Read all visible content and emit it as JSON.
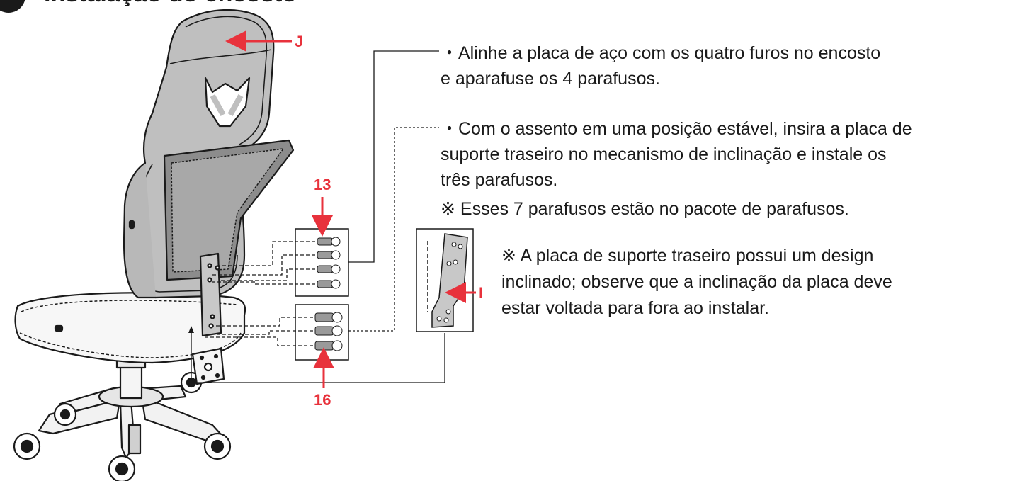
{
  "colors": {
    "accent_red": "#e8323c",
    "chair_gray": "#bfbfbf",
    "part_gray": "#c8c8c8",
    "ink": "#1a1a1a"
  },
  "header": {
    "number": "",
    "title": "Instalação do encosto"
  },
  "labels": {
    "backrest_part": "J",
    "bracket_part": "I",
    "screw_group_top": "13",
    "screw_group_bottom": "16"
  },
  "instructions": {
    "step1_line1": "・Alinhe a placa de aço com os quatro furos no encosto",
    "step1_line2": "e aparafuse os 4 parafusos.",
    "step2_line1": "・Com o assento em uma posição estável, insira a placa de",
    "step2_line2": "suporte traseiro no mecanismo de inclinação e instale os",
    "step2_line3": "três parafusos.",
    "note1": "※ Esses 7 parafusos estão no pacote de parafusos.",
    "note2_line1": "※ A placa de suporte traseiro possui um design",
    "note2_line2": "inclinado; observe que a inclinação da placa deve",
    "note2_line3": "estar voltada para fora ao instalar."
  }
}
